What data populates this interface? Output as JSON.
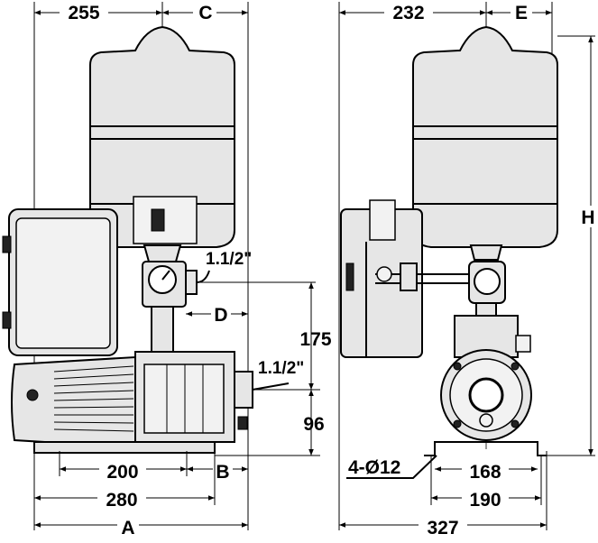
{
  "drawing": {
    "left_view": {
      "top_dim_1": "255",
      "top_dim_2": "C",
      "inlet_size": "1.1/2\"",
      "outlet_size": "1.1/2\"",
      "dim_d": "D",
      "dim_height_175": "175",
      "dim_height_96": "96",
      "dim_200": "200",
      "dim_b": "B",
      "dim_280": "280",
      "dim_a": "A"
    },
    "right_view": {
      "top_dim_1": "232",
      "top_dim_2": "E",
      "dim_h": "H",
      "holes": "4-Ø12",
      "dim_168": "168",
      "dim_190": "190",
      "dim_327": "327"
    }
  }
}
